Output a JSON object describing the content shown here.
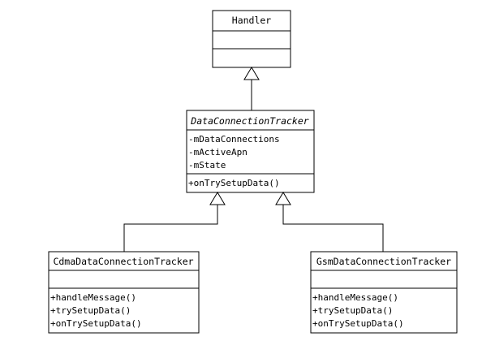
{
  "classes": {
    "handler": {
      "name": "Handler",
      "attributes": [],
      "methods": []
    },
    "dct": {
      "name": "DataConnectionTracker",
      "abstract": true,
      "attributes": [
        "-mDataConnections",
        "-mActiveApn",
        "-mState"
      ],
      "methods": [
        "+onTrySetupData()"
      ]
    },
    "cdma": {
      "name": "CdmaDataConnectionTracker",
      "attributes": [],
      "methods": [
        "+handleMessage()",
        "+trySetupData()",
        "+onTrySetupData()"
      ]
    },
    "gsm": {
      "name": "GsmDataConnectionTracker",
      "attributes": [],
      "methods": [
        "+handleMessage()",
        "+trySetupData()",
        "+onTrySetupData()"
      ]
    }
  },
  "relations": [
    {
      "type": "generalization",
      "from": "dct",
      "to": "handler"
    },
    {
      "type": "generalization",
      "from": "cdma",
      "to": "dct"
    },
    {
      "type": "generalization",
      "from": "gsm",
      "to": "dct"
    }
  ]
}
